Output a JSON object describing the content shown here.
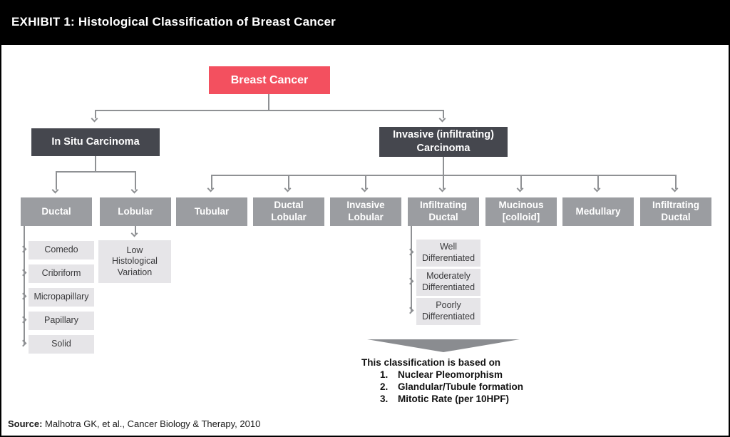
{
  "header": {
    "title": "EXHIBIT 1: Histological Classification of Breast Cancer"
  },
  "chart": {
    "root": "Breast Cancer",
    "in_situ": {
      "label": "In Situ Carcinoma",
      "ductal": {
        "label": "Ductal",
        "subtypes": [
          "Comedo",
          "Cribriform",
          "Micropapillary",
          "Papillary",
          "Solid"
        ]
      },
      "lobular": {
        "label": "Lobular",
        "subtypes": [
          "Low Histological Variation"
        ]
      }
    },
    "invasive": {
      "label": "Invasive (infiltrating) Carcinoma",
      "subtypes": [
        "Tubular",
        "Ductal Lobular",
        "Invasive Lobular",
        "Infiltrating Ductal",
        "Mucinous [colloid]",
        "Medullary",
        "Infiltrating Ductal"
      ],
      "infiltrating_ductal_grades": [
        "Well Differentiated",
        "Moderately Differentiated",
        "Poorly Differentiated"
      ]
    },
    "note": {
      "intro": "This classification is based on",
      "items": [
        {
          "num": "1.",
          "text": "Nuclear Pleomorphism"
        },
        {
          "num": "2.",
          "text": "Glandular/Tubule formation"
        },
        {
          "num": "3.",
          "text": "Mitotic Rate (per 10HPF)"
        }
      ]
    }
  },
  "footer": {
    "source_label": "Source:",
    "source_text": "Malhotra GK, et al., Cancer Biology & Therapy, 2010"
  },
  "colors": {
    "root_box": "#f3505f",
    "dark_box": "#45474e",
    "mid_box": "#9b9da1",
    "light_box": "#e6e5e8",
    "line": "#8f9194",
    "header_bg": "#000000"
  }
}
